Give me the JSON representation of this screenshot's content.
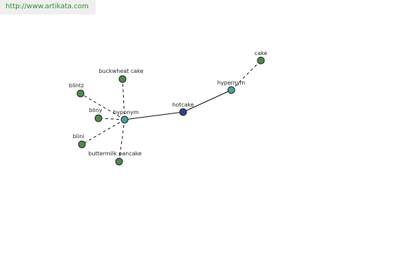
{
  "url": "http://www.artikata.com",
  "colors": {
    "leaf": "#4f8a4f",
    "relation": "#4f9ea0",
    "root": "#34408e",
    "edge": "#000000",
    "url_text": "#2f8a2f"
  },
  "graph": {
    "nodes": [
      {
        "id": "hotcake",
        "label": "hotcake",
        "kind": "root"
      },
      {
        "id": "hypernym",
        "label": "hypernym",
        "kind": "relation"
      },
      {
        "id": "cake",
        "label": "cake",
        "kind": "leaf"
      },
      {
        "id": "hyponym",
        "label": "hyponym",
        "kind": "relation"
      },
      {
        "id": "buckwheat-cake",
        "label": "buckwheat cake",
        "kind": "leaf"
      },
      {
        "id": "blintz",
        "label": "blintz",
        "kind": "leaf"
      },
      {
        "id": "bliny",
        "label": "bliny",
        "kind": "leaf"
      },
      {
        "id": "blini",
        "label": "blini",
        "kind": "leaf"
      },
      {
        "id": "buttermilk-pancake",
        "label": "buttermilk pancake",
        "kind": "leaf"
      }
    ],
    "edges": [
      {
        "from": "hotcake",
        "to": "hypernym",
        "style": "solid"
      },
      {
        "from": "hypernym",
        "to": "cake",
        "style": "dashed"
      },
      {
        "from": "hotcake",
        "to": "hyponym",
        "style": "solid"
      },
      {
        "from": "hyponym",
        "to": "buckwheat-cake",
        "style": "dashed"
      },
      {
        "from": "hyponym",
        "to": "blintz",
        "style": "dashed"
      },
      {
        "from": "hyponym",
        "to": "bliny",
        "style": "dashed"
      },
      {
        "from": "hyponym",
        "to": "blini",
        "style": "dashed"
      },
      {
        "from": "hyponym",
        "to": "buttermilk-pancake",
        "style": "dashed"
      }
    ]
  }
}
